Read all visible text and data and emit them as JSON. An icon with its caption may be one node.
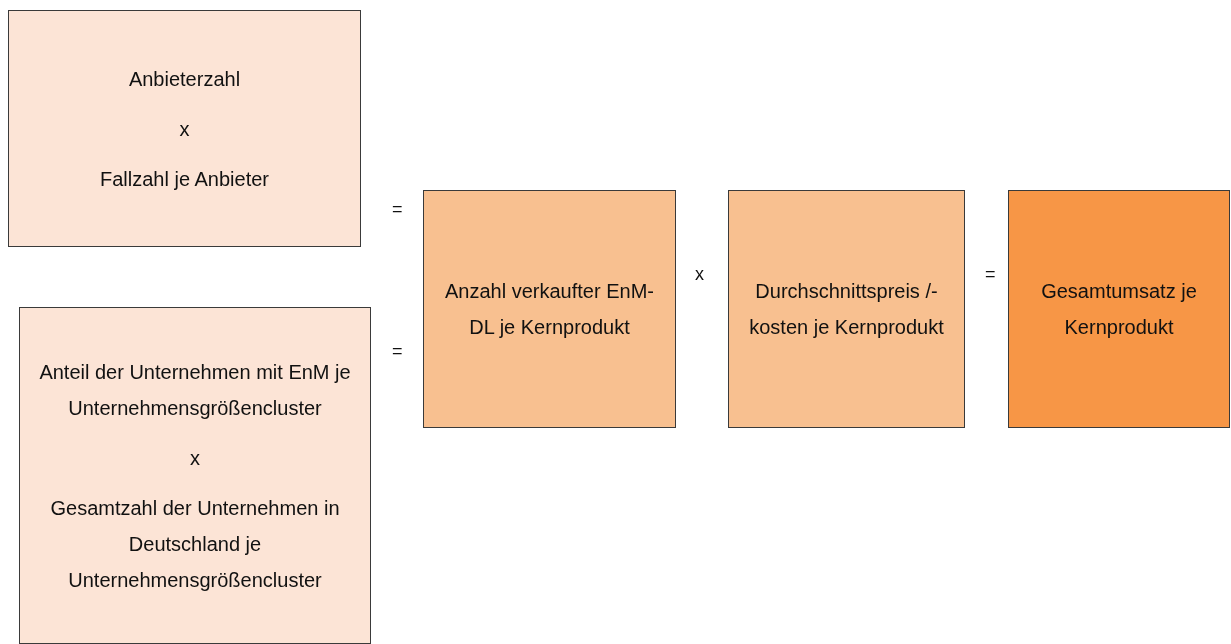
{
  "diagram": {
    "nodes": [
      {
        "text": [
          "Anbieterzahl",
          "x",
          "Fallzahl je Anbieter"
        ]
      },
      {
        "text": [
          "Anteil der Unternehmen mit EnM je Unternehmensgrößencluster",
          "x",
          "Gesamtzahl der Unternehmen in Deutschland je Unternehmensgrößencluster"
        ]
      },
      {
        "text": [
          "Anzahl verkaufter EnM-DL je Kernprodukt"
        ]
      },
      {
        "text": [
          "Durchschnittspreis /-kosten je Kernprodukt"
        ]
      },
      {
        "text": [
          "Gesamtumsatz je Kernprodukt"
        ]
      }
    ],
    "labels": [
      "=",
      "x",
      "=",
      "="
    ]
  }
}
